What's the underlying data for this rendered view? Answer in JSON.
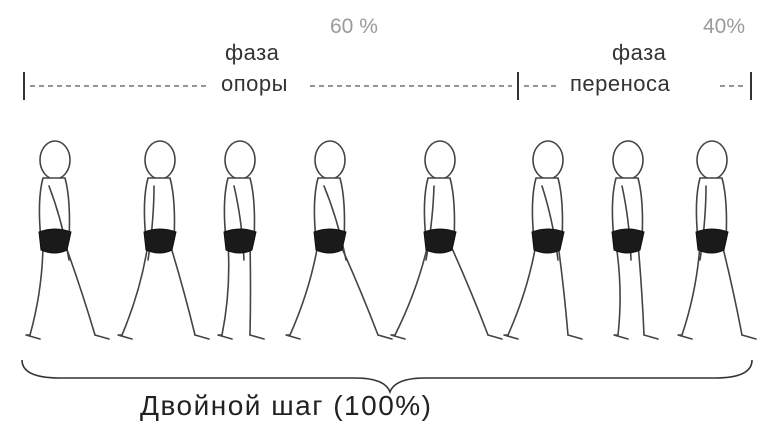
{
  "diagram": {
    "percent_support": "60 %",
    "percent_swing": "40%",
    "phase_support_line1": "фаза",
    "phase_support_line2": "опоры",
    "phase_swing_line1": "фаза",
    "phase_swing_line2": "переноса",
    "caption": "Двойной шаг (100%)"
  }
}
